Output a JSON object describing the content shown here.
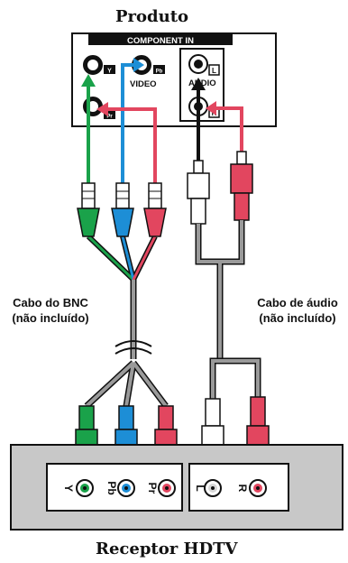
{
  "top_title": "Produto",
  "bottom_title": "Receptor HDTV",
  "panel": {
    "header": "COMPONENT IN",
    "video_label": "VIDEO",
    "audio_label": "AUDIO",
    "jack_y": "Y",
    "jack_pb": "Pb",
    "jack_pr": "Pr",
    "jack_l": "L",
    "jack_r": "R"
  },
  "cables": {
    "bnc_line1": "Cabo do BNC",
    "bnc_line2": "(não incluído)",
    "audio_line1": "Cabo de áudio",
    "audio_line2": "(não incluído)"
  },
  "receiver": {
    "y": "Y",
    "pb": "Pb",
    "pr": "Pr",
    "l": "L",
    "r": "R"
  },
  "colors": {
    "green": "#1aa24a",
    "blue": "#1d8ed6",
    "red": "#e2465f",
    "white": "#ffffff",
    "gray": "#9a9a9a",
    "dark": "#111111"
  }
}
